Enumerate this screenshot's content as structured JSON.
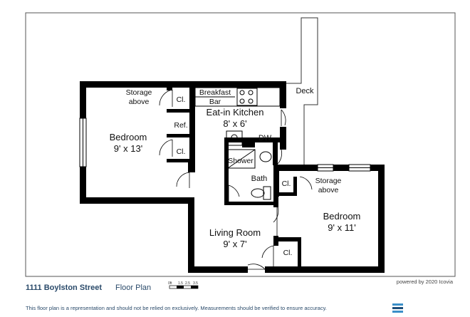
{
  "plan": {
    "rooms": {
      "bedroom1": {
        "name": "Bedroom",
        "size": "9' x 13'"
      },
      "kitchen": {
        "name": "Eat-in Kitchen",
        "size": "8' x 6'"
      },
      "bedroom2": {
        "name": "Bedroom",
        "size": "9' x 11'"
      },
      "living": {
        "name": "Living Room",
        "size": "9' x 7'"
      }
    },
    "labels": {
      "storage1": [
        "Storage",
        "above"
      ],
      "storage2": [
        "Storage",
        "above"
      ],
      "closet": "Cl.",
      "ref": "Ref.",
      "breakfast_bar": [
        "Breakfast",
        "Bar"
      ],
      "dw": "DW",
      "shower": "Shower",
      "bath": "Bath",
      "deck": "Deck"
    }
  },
  "scale": {
    "ticks": [
      "0ft",
      "1.5",
      "2.5",
      "3.5"
    ]
  },
  "footer": {
    "address": "1111 Boylston Street",
    "subtitle": "Floor Plan",
    "credit": "powered by 2020 Icovia",
    "disclaimer": "This floor plan is a representation and should not be relied on exclusively. Measurements should be verified to ensure accuracy."
  },
  "colors": {
    "wall": "#000000",
    "frame": "#555555",
    "footer_text": "#2a4a6a"
  }
}
